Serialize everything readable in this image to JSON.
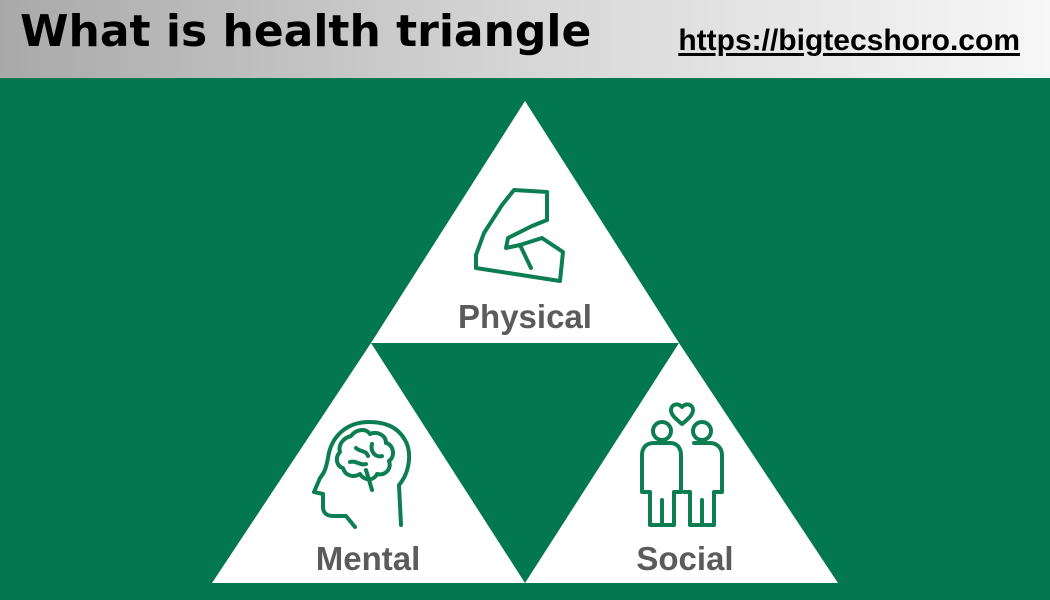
{
  "header": {
    "title": "What is health triangle",
    "link": "https://bigtecshoro.com"
  },
  "diagram": {
    "segments": [
      {
        "label": "Physical",
        "icon": "flexed-arm-icon"
      },
      {
        "label": "Mental",
        "icon": "head-brain-icon"
      },
      {
        "label": "Social",
        "icon": "two-people-heart-icon"
      }
    ]
  },
  "colors": {
    "background": "#027750",
    "triangle": "#ffffff",
    "icon": "#0d7e52",
    "label": "#5b5b5b"
  }
}
